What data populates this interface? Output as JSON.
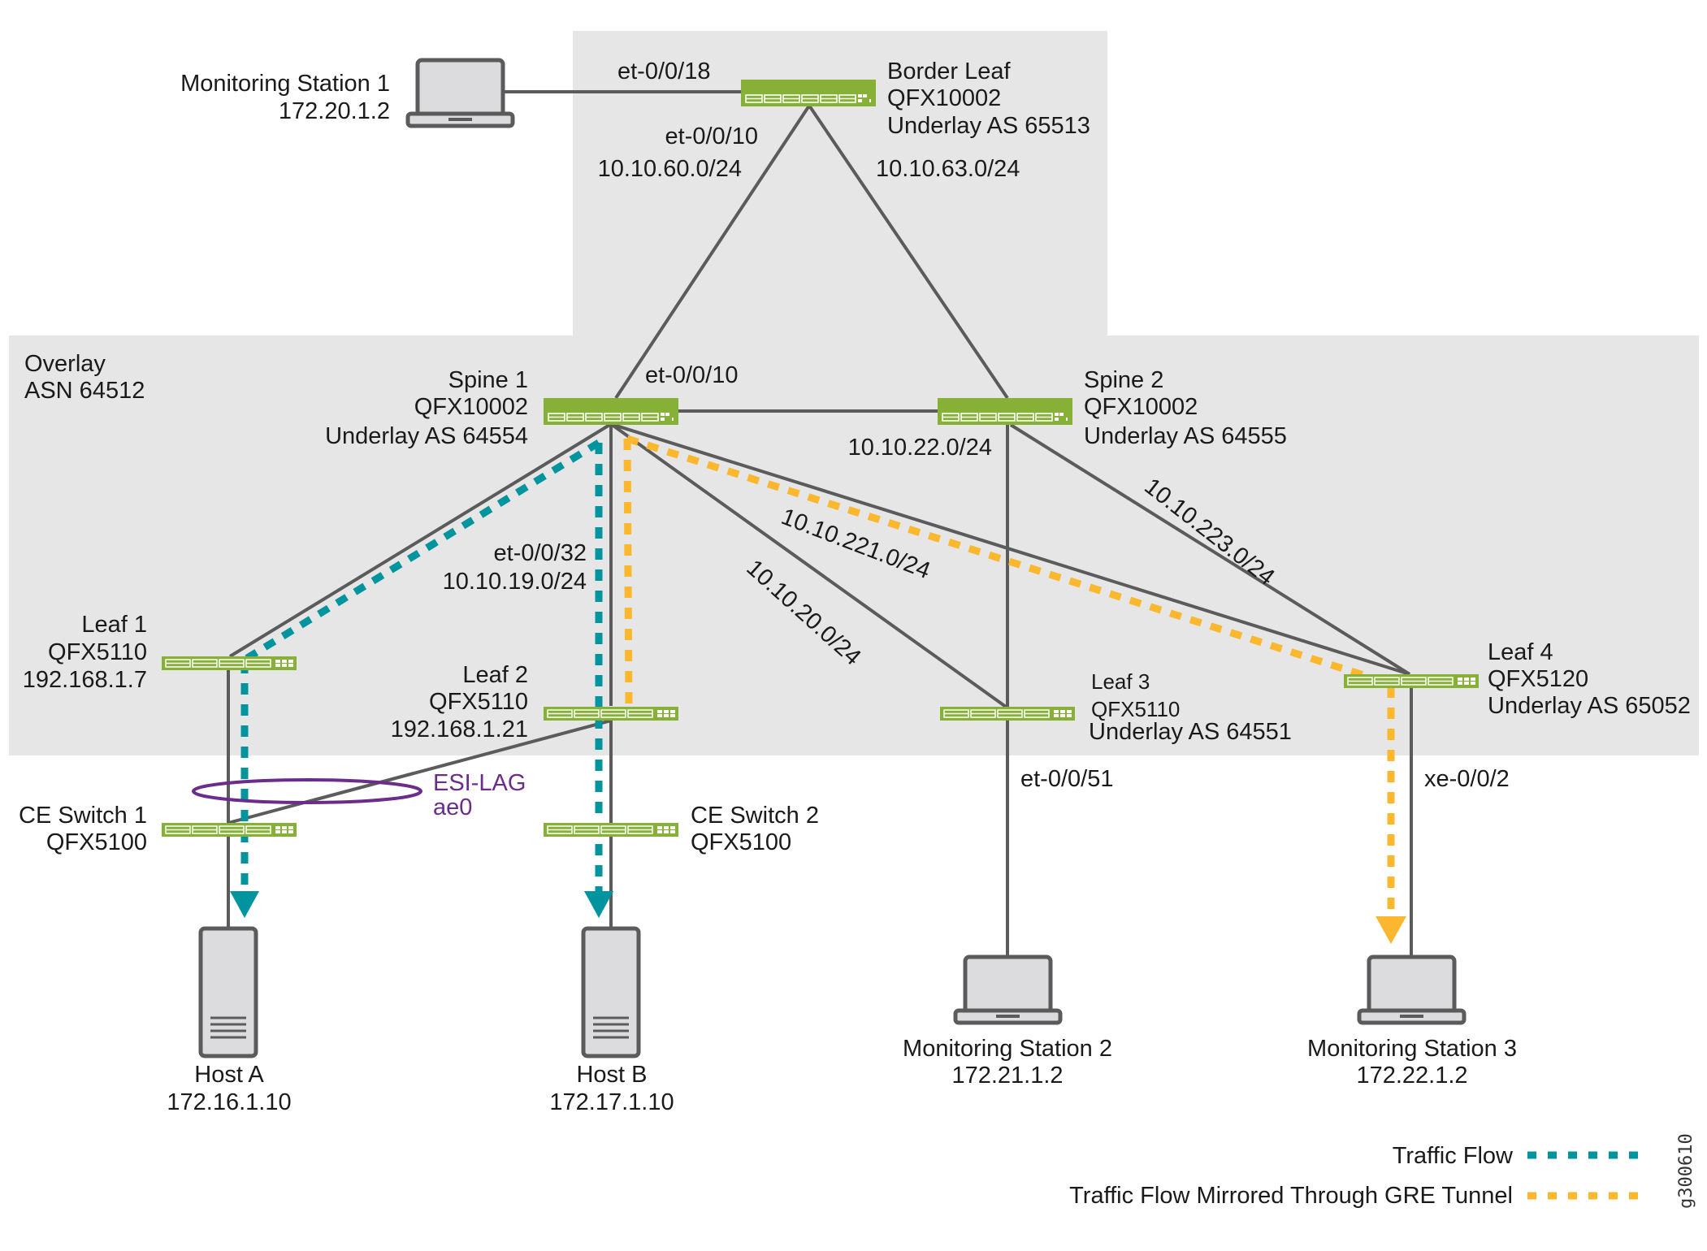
{
  "colors": {
    "region": "#e6e6e6",
    "link": "#5b5b5b",
    "switch": "#86b036",
    "traffic_flow": "#00959e",
    "mirrored_flow": "#fbb82e",
    "esi_lag": "#6b2c8c",
    "device_fill": "#dcdcde",
    "device_stroke": "#5b5b5b",
    "text": "#1a1a1a"
  },
  "regions": {
    "overlay": {
      "line1": "Overlay",
      "line2": "ASN 64512"
    }
  },
  "devices": {
    "border_leaf": {
      "name": "Border Leaf",
      "model": "QFX10002",
      "as": "Underlay AS 65513"
    },
    "spine1": {
      "name": "Spine 1",
      "model": "QFX10002",
      "as": "Underlay AS 64554"
    },
    "spine2": {
      "name": "Spine 2",
      "model": "QFX10002",
      "as": "Underlay AS 64555"
    },
    "leaf1": {
      "name": "Leaf 1",
      "model": "QFX5110",
      "ip": "192.168.1.7"
    },
    "leaf2": {
      "name": "Leaf 2",
      "model": "QFX5110",
      "ip": "192.168.1.21"
    },
    "leaf3": {
      "name": "Leaf 3",
      "model": "QFX5110",
      "as": "Underlay AS 64551"
    },
    "leaf4": {
      "name": "Leaf 4",
      "model": "QFX5120",
      "as": "Underlay AS 65052"
    },
    "ce_switch1": {
      "name": "CE Switch 1",
      "model": "QFX5100"
    },
    "ce_switch2": {
      "name": "CE Switch 2",
      "model": "QFX5100"
    },
    "host_a": {
      "name": "Host A",
      "ip": "172.16.1.10"
    },
    "host_b": {
      "name": "Host B",
      "ip": "172.17.1.10"
    },
    "mon1": {
      "name": "Monitoring Station 1",
      "ip": "172.20.1.2"
    },
    "mon2": {
      "name": "Monitoring Station 2",
      "ip": "172.21.1.2"
    },
    "mon3": {
      "name": "Monitoring Station 3",
      "ip": "172.22.1.2"
    }
  },
  "links": {
    "bl_mon1_port": "et-0/0/18",
    "bl_spine1_port": "et-0/0/10",
    "bl_spine1_subnet": "10.10.60.0/24",
    "bl_spine2_subnet": "10.10.63.0/24",
    "spine1_port": "et-0/0/10",
    "spine2_leaf3_subnet": "10.10.22.0/24",
    "spine1_leaf2_port": "et-0/0/32",
    "spine1_leaf2_subnet": "10.10.19.0/24",
    "spine1_leaf3_subnet": "10.10.20.0/24",
    "spine1_leaf4_subnet": "10.10.221.0/24",
    "spine2_leaf4_subnet": "10.10.223.0/24",
    "leaf3_mon2_port": "et-0/0/51",
    "leaf4_mon3_port": "xe-0/0/2"
  },
  "esi_lag": {
    "label": "ESI-LAG",
    "interface": "ae0"
  },
  "legend": {
    "traffic_flow": "Traffic Flow",
    "mirrored": "Traffic Flow Mirrored Through GRE Tunnel"
  },
  "figure_id": "g300610"
}
